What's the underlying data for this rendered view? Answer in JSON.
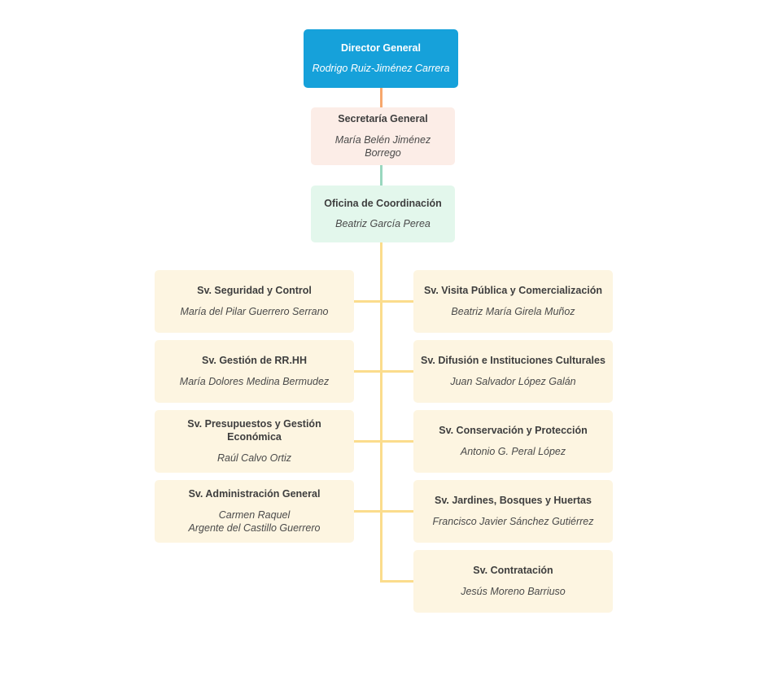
{
  "colors": {
    "director_bg": "#16A1DA",
    "director_text": "#FFFFFF",
    "secretaria_bg": "#FCEDE7",
    "oficina_bg": "#E3F7EC",
    "service_bg": "#FDF5E1",
    "connector_orange": "#F7A76C",
    "connector_teal": "#99D7BE",
    "connector_yellow": "#FBDC8C",
    "title_text": "#3E3E3E",
    "name_text": "#4A4A4A"
  },
  "nodes": {
    "director": {
      "title": "Director General",
      "name": "Rodrigo Ruiz-Jiménez Carrera"
    },
    "secretaria": {
      "title": "Secretaría General",
      "name": "María Belén Jiménez Borrego"
    },
    "oficina": {
      "title": "Oficina de Coordinación",
      "name": "Beatriz García Perea"
    },
    "left": [
      {
        "title": "Sv. Seguridad y Control",
        "name": "María del Pilar Guerrero Serrano"
      },
      {
        "title": "Sv. Gestión de RR.HH",
        "name": "María Dolores Medina Bermudez"
      },
      {
        "title": "Sv. Presupuestos y Gestión\nEconómica",
        "name": "Raúl Calvo Ortiz"
      },
      {
        "title": "Sv. Administración General",
        "name": "Carmen Raquel\nArgente del Castillo Guerrero"
      }
    ],
    "right": [
      {
        "title": "Sv. Visita Pública y Comercialización",
        "name": "Beatriz María Girela Muñoz"
      },
      {
        "title": "Sv. Difusión e Instituciones Culturales",
        "name": "Juan Salvador López Galán"
      },
      {
        "title": "Sv. Conservación y Protección",
        "name": "Antonio G. Peral López"
      },
      {
        "title": "Sv. Jardines, Bosques y Huertas",
        "name": "Francisco Javier Sánchez Gutiérrez"
      },
      {
        "title": "Sv. Contratación",
        "name": "Jesús Moreno Barriuso"
      }
    ]
  }
}
